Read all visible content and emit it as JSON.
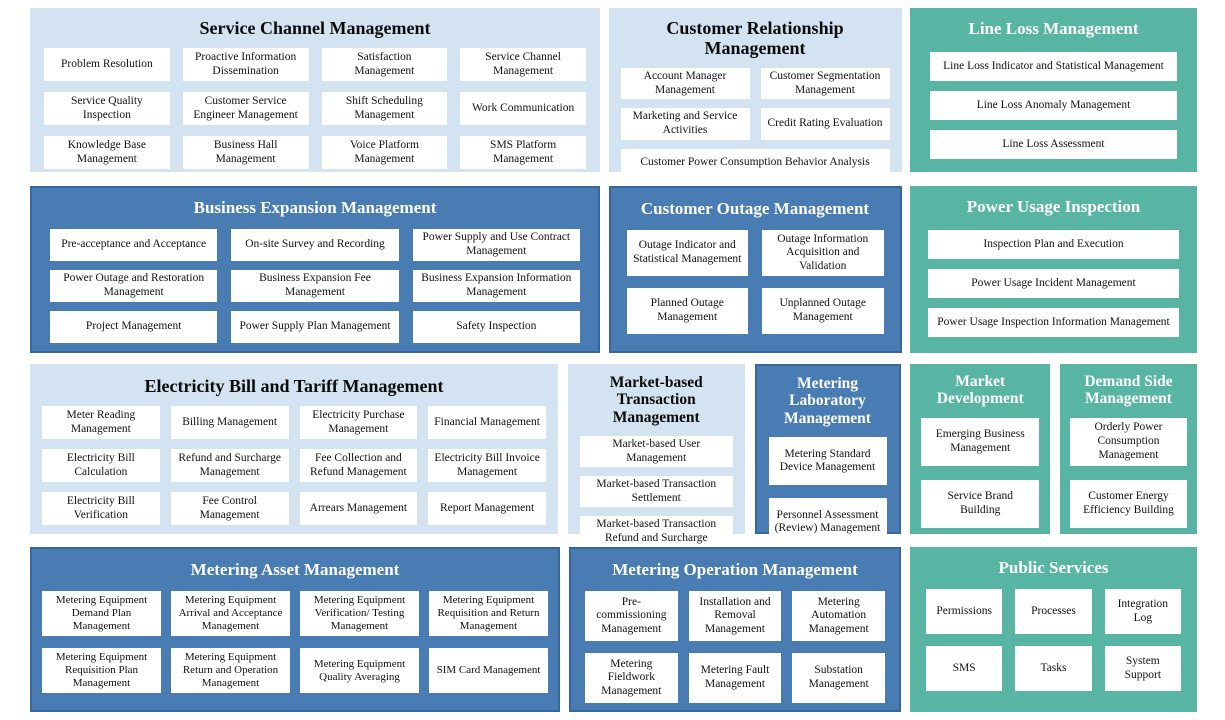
{
  "colors": {
    "light_panel": "#d3e3f1",
    "blue_panel": "#4a7cb4",
    "blue_panel_border": "#38669a",
    "teal_panel": "#58b5a4",
    "button_bg": "#ffffff",
    "button_text": "#111111",
    "title_dark": "#0a0a0a",
    "title_light": "#ffffff",
    "page_bg": "#ffffff"
  },
  "panels": [
    {
      "id": "service-channel-management",
      "title": "Service Channel Management",
      "theme": "light",
      "items": [
        {
          "label": "Problem Resolution"
        },
        {
          "label": "Proactive Information Dissemination"
        },
        {
          "label": "Satisfaction Management"
        },
        {
          "label": "Service Channel Management"
        },
        {
          "label": "Service Quality Inspection"
        },
        {
          "label": "Customer Service Engineer Management"
        },
        {
          "label": "Shift Scheduling Management"
        },
        {
          "label": "Work Communication"
        },
        {
          "label": "Knowledge Base Management"
        },
        {
          "label": "Business Hall Management"
        },
        {
          "label": "Voice Platform Management"
        },
        {
          "label": "SMS Platform Management"
        }
      ]
    },
    {
      "id": "customer-relationship-management",
      "title": "Customer Relationship Management",
      "theme": "light",
      "items": [
        {
          "label": "Account Manager Management"
        },
        {
          "label": "Customer Segmentation Management"
        },
        {
          "label": "Marketing and Service Activities"
        },
        {
          "label": "Credit Rating Evaluation"
        },
        {
          "label": "Customer Power Consumption Behavior Analysis",
          "span": 2
        }
      ]
    },
    {
      "id": "line-loss-management",
      "title": "Line Loss Management",
      "theme": "teal",
      "items": [
        {
          "label": "Line Loss Indicator and Statistical Management"
        },
        {
          "label": "Line Loss Anomaly Management"
        },
        {
          "label": "Line Loss Assessment"
        }
      ]
    },
    {
      "id": "business-expansion-management",
      "title": "Business Expansion Management",
      "theme": "blue",
      "items": [
        {
          "label": "Pre-acceptance and Acceptance"
        },
        {
          "label": "On-site Survey and Recording"
        },
        {
          "label": "Power Supply and Use Contract Management"
        },
        {
          "label": "Power Outage and Restoration Management"
        },
        {
          "label": "Business Expansion Fee Management"
        },
        {
          "label": "Business Expansion Information Management"
        },
        {
          "label": "Project Management"
        },
        {
          "label": "Power Supply Plan Management"
        },
        {
          "label": "Safety Inspection"
        }
      ]
    },
    {
      "id": "customer-outage-management",
      "title": "Customer Outage Management",
      "theme": "blue",
      "items": [
        {
          "label": "Outage Indicator and Statistical Management"
        },
        {
          "label": "Outage Information Acquisition and Validation"
        },
        {
          "label": "Planned Outage Management"
        },
        {
          "label": "Unplanned Outage Management"
        }
      ]
    },
    {
      "id": "power-usage-inspection",
      "title": "Power Usage Inspection",
      "theme": "teal",
      "items": [
        {
          "label": "Inspection Plan and Execution"
        },
        {
          "label": "Power Usage Incident Management"
        },
        {
          "label": "Power Usage Inspection Information Management"
        }
      ]
    },
    {
      "id": "electricity-bill-and-tariff-management",
      "title": "Electricity Bill and Tariff Management",
      "theme": "light",
      "items": [
        {
          "label": "Meter Reading Management"
        },
        {
          "label": "Billing Management"
        },
        {
          "label": "Electricity Purchase Management"
        },
        {
          "label": "Financial Management"
        },
        {
          "label": "Electricity Bill Calculation"
        },
        {
          "label": "Refund and Surcharge Management"
        },
        {
          "label": "Fee Collection and Refund Management"
        },
        {
          "label": "Electricity Bill Invoice Management"
        },
        {
          "label": "Electricity Bill Verification"
        },
        {
          "label": "Fee Control Management"
        },
        {
          "label": "Arrears Management"
        },
        {
          "label": "Report Management"
        }
      ]
    },
    {
      "id": "market-based-transaction-management",
      "title": "Market-based Transaction Management",
      "theme": "light",
      "items": [
        {
          "label": "Market-based User Management"
        },
        {
          "label": "Market-based Transaction Settlement"
        },
        {
          "label": "Market-based Transaction Refund and Surcharge"
        }
      ]
    },
    {
      "id": "metering-laboratory-management",
      "title": "Metering Laboratory Management",
      "theme": "blue",
      "items": [
        {
          "label": "Metering Standard Device Management"
        },
        {
          "label": "Personnel Assessment (Review) Management"
        }
      ]
    },
    {
      "id": "market-development",
      "title": "Market Development",
      "theme": "teal",
      "items": [
        {
          "label": "Emerging Business Management"
        },
        {
          "label": "Service Brand Building"
        }
      ]
    },
    {
      "id": "demand-side-management",
      "title": "Demand Side Management",
      "theme": "teal",
      "items": [
        {
          "label": "Orderly Power Consumption Management"
        },
        {
          "label": "Customer Energy Efficiency Building"
        }
      ]
    },
    {
      "id": "metering-asset-management",
      "title": "Metering Asset Management",
      "theme": "blue",
      "items": [
        {
          "label": "Metering Equipment Demand Plan Management"
        },
        {
          "label": "Metering Equipment Arrival and Acceptance Management"
        },
        {
          "label": "Metering Equipment Verification/ Testing Management"
        },
        {
          "label": "Metering Equipment Requisition and Return Management"
        },
        {
          "label": "Metering Equipment Requisition Plan Management"
        },
        {
          "label": "Metering Equipment Return and Operation Management"
        },
        {
          "label": "Metering Equipment Quality Averaging"
        },
        {
          "label": "SIM Card Management"
        }
      ]
    },
    {
      "id": "metering-operation-management",
      "title": "Metering Operation Management",
      "theme": "blue",
      "items": [
        {
          "label": "Pre-commissioning Management"
        },
        {
          "label": "Installation and Removal Management"
        },
        {
          "label": "Metering Automation Management"
        },
        {
          "label": "Metering Fieldwork Management"
        },
        {
          "label": "Metering Fault Management"
        },
        {
          "label": "Substation Management"
        }
      ]
    },
    {
      "id": "public-services",
      "title": "Public Services",
      "theme": "teal",
      "items": [
        {
          "label": "Permissions"
        },
        {
          "label": "Processes"
        },
        {
          "label": "Integration Log"
        },
        {
          "label": "SMS"
        },
        {
          "label": "Tasks"
        },
        {
          "label": "System Support"
        }
      ]
    }
  ]
}
